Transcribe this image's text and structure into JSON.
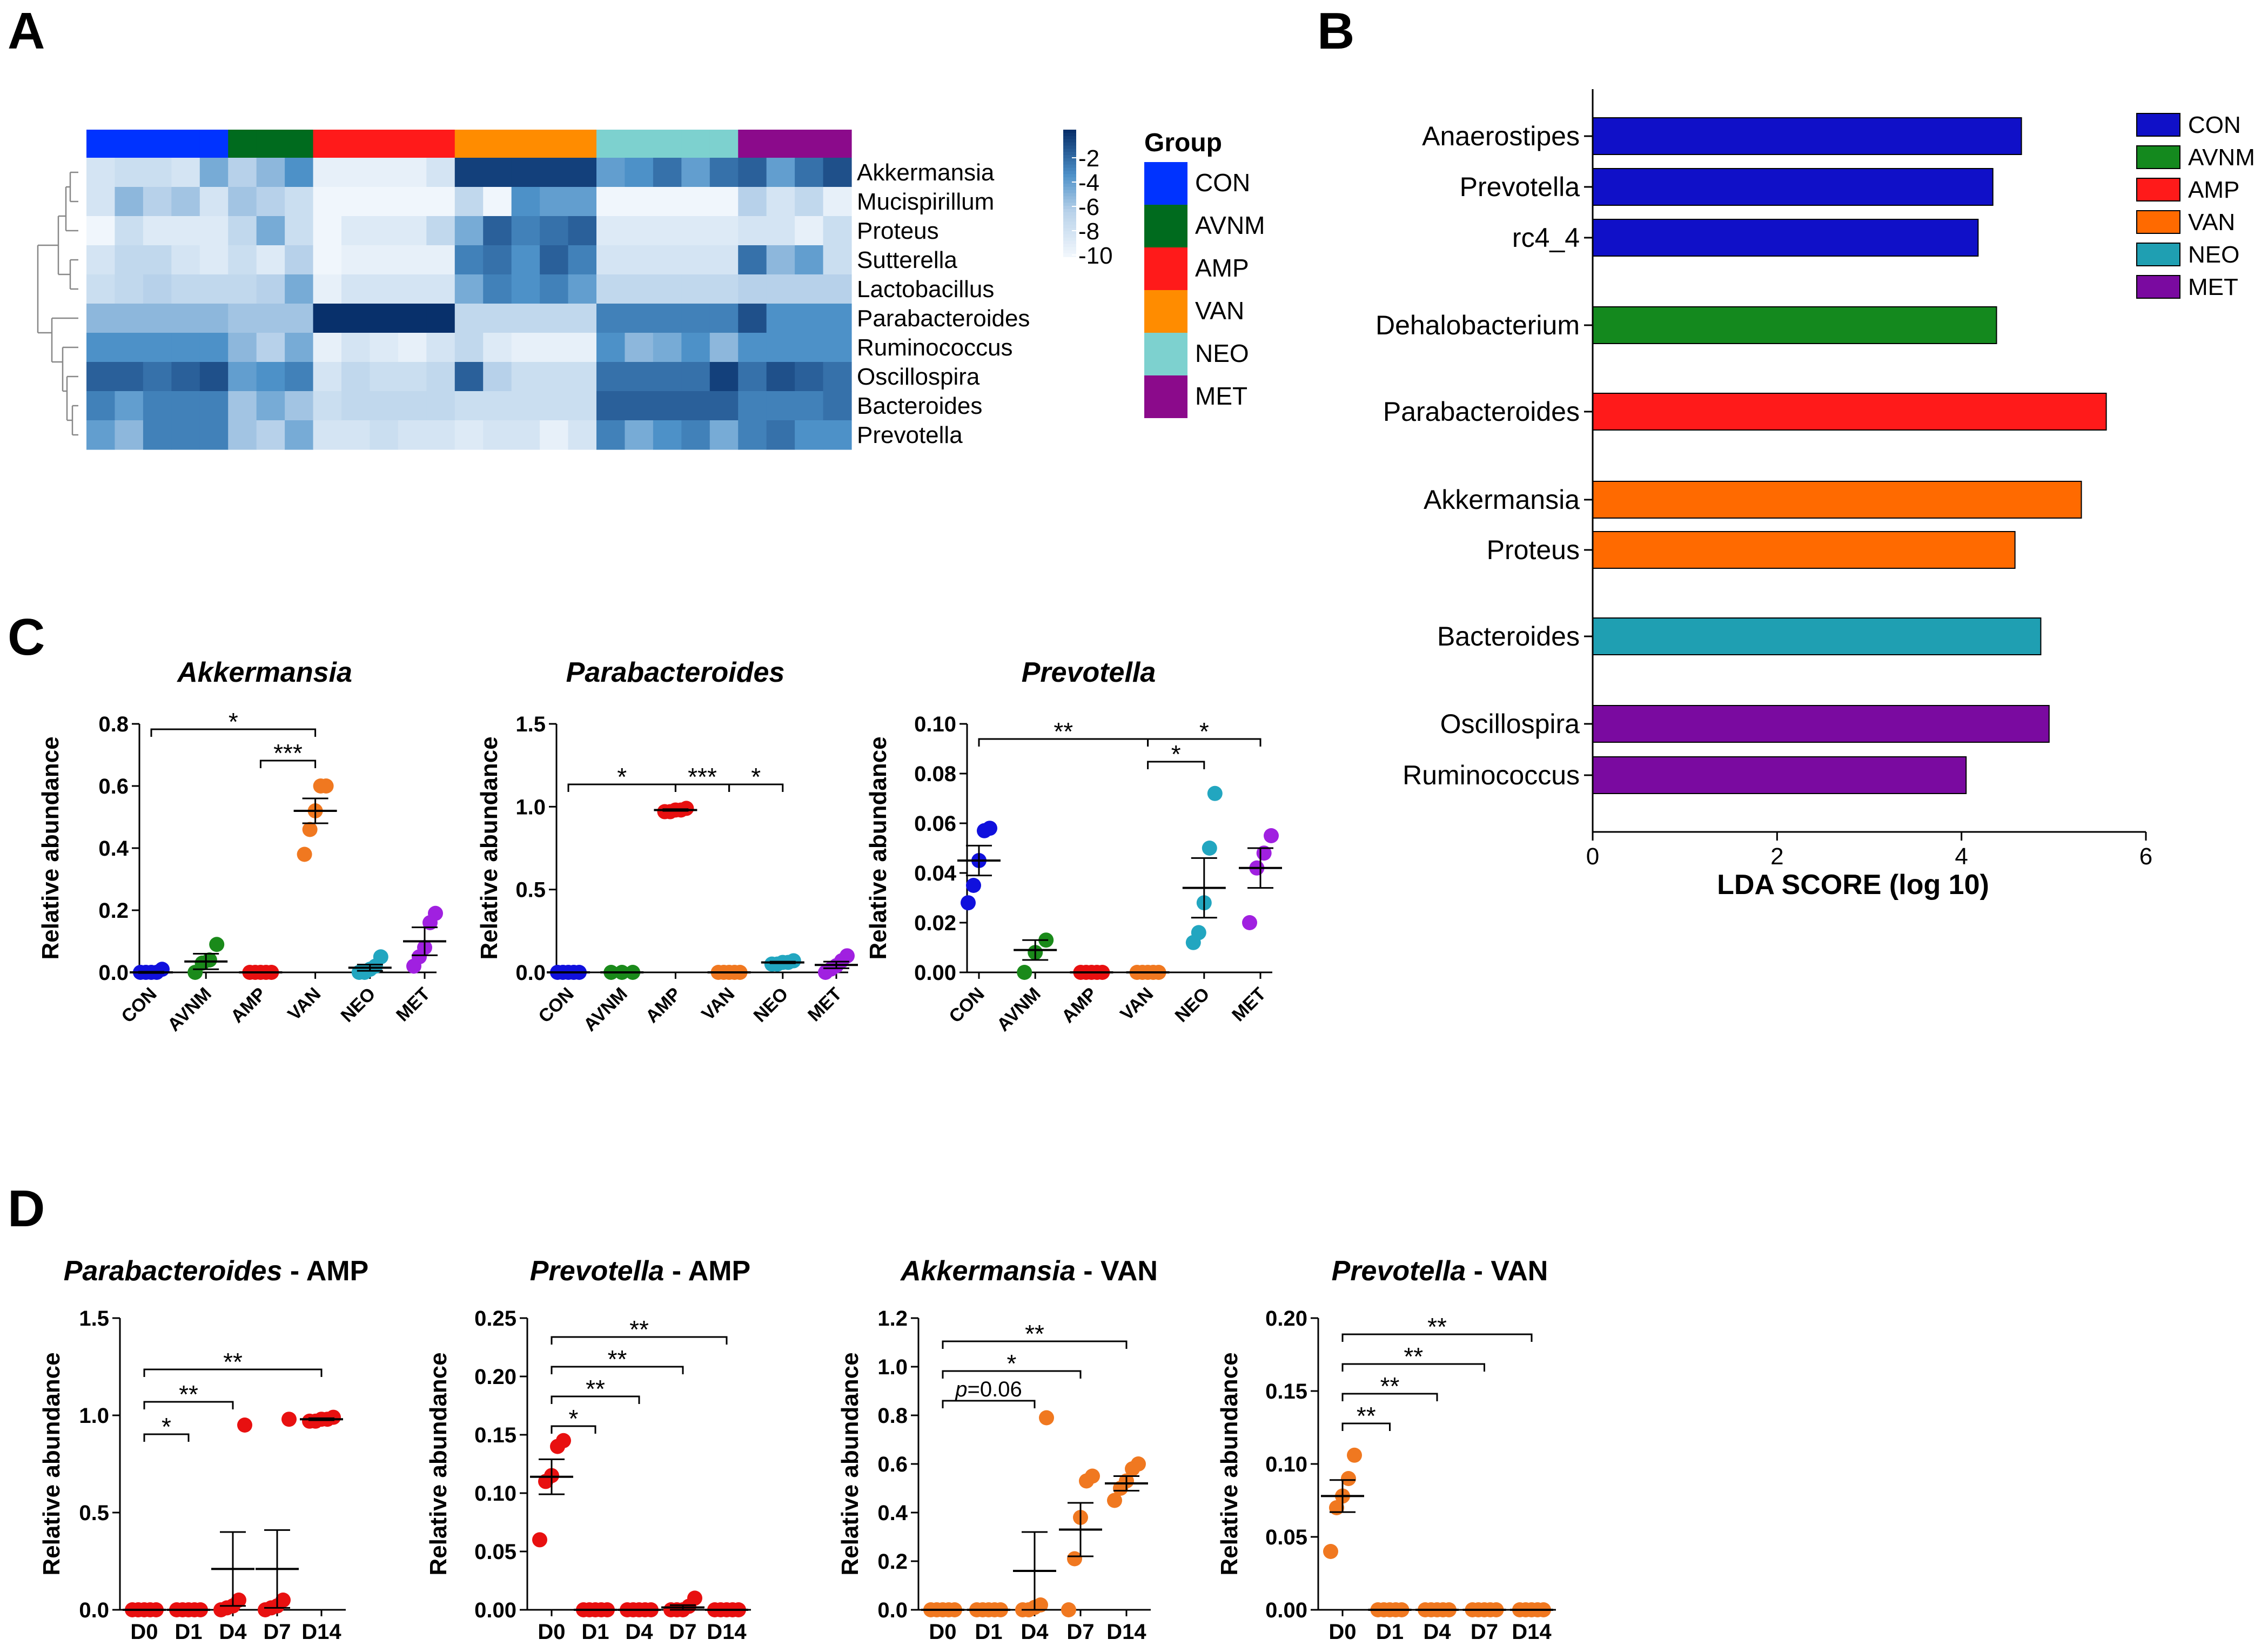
{
  "panel_labels": {
    "A": "A",
    "B": "B",
    "C": "C",
    "D": "D"
  },
  "chart_data": [
    {
      "type": "heatmap",
      "id": "A",
      "rows": [
        "Akkermansia",
        "Mucispirillum",
        "Proteus",
        "Sutterella",
        "Lactobacillus",
        "Parabacteroides",
        "Ruminococcus",
        "Oscillospira",
        "Bacteroides",
        "Prevotella"
      ],
      "column_groups": [
        "CON",
        "CON",
        "CON",
        "CON",
        "CON",
        "AVNM",
        "AVNM",
        "AVNM",
        "AMP",
        "AMP",
        "AMP",
        "AMP",
        "AMP",
        "VAN",
        "VAN",
        "VAN",
        "VAN",
        "VAN",
        "NEO",
        "NEO",
        "NEO",
        "NEO",
        "NEO",
        "MET",
        "MET",
        "MET",
        "MET"
      ],
      "values": [
        [
          -8.5,
          -8,
          -8,
          -8.5,
          -5.5,
          -7,
          -6,
          -4.5,
          -9.5,
          -9.5,
          -9.5,
          -9.5,
          -8.5,
          -2,
          -2,
          -2,
          -2,
          -2,
          -5,
          -4.5,
          -3.5,
          -5,
          -3.5,
          -3,
          -5,
          -3.5,
          -2.5
        ],
        [
          -8.5,
          -6,
          -7,
          -6.5,
          -8.5,
          -6.5,
          -7,
          -8,
          -10,
          -10,
          -10,
          -10,
          -10,
          -7.5,
          -10,
          -4.5,
          -5,
          -5,
          -10,
          -10,
          -10,
          -10,
          -10,
          -7,
          -8.5,
          -7.5,
          -9.5
        ],
        [
          -10,
          -8,
          -9,
          -9,
          -9,
          -7.5,
          -5.5,
          -8,
          -10,
          -9,
          -9,
          -9,
          -7.5,
          -5.5,
          -3,
          -4,
          -3.5,
          -3,
          -9,
          -9,
          -9,
          -9,
          -9,
          -8.5,
          -8.5,
          -9.5,
          -8
        ],
        [
          -8.5,
          -7.5,
          -7.5,
          -8.5,
          -9,
          -8,
          -9,
          -7,
          -10,
          -9.5,
          -9.5,
          -9.5,
          -9.5,
          -4,
          -3.5,
          -4.5,
          -3,
          -4,
          -8.5,
          -8.5,
          -8.5,
          -8.5,
          -8.5,
          -3.5,
          -6,
          -5,
          -8
        ],
        [
          -8,
          -7.5,
          -7,
          -7.5,
          -7.5,
          -7.5,
          -7,
          -5.5,
          -9.5,
          -8.5,
          -8.5,
          -8.5,
          -8.5,
          -5.5,
          -4,
          -4.5,
          -4,
          -5,
          -7.5,
          -7.5,
          -7.5,
          -7.5,
          -7.5,
          -7,
          -7,
          -7,
          -7
        ],
        [
          -6,
          -6,
          -6,
          -6,
          -6,
          -6.5,
          -6.5,
          -6.5,
          -1.5,
          -1.5,
          -1.5,
          -1.5,
          -1.5,
          -7.5,
          -7.5,
          -7.5,
          -7.5,
          -7.5,
          -4,
          -4,
          -4,
          -4,
          -4,
          -2.5,
          -4.5,
          -4.5,
          -4.5
        ],
        [
          -4.5,
          -4.5,
          -4.5,
          -4.5,
          -4.5,
          -6,
          -7,
          -5.5,
          -9.5,
          -8.5,
          -9,
          -9.5,
          -8.5,
          -7.5,
          -9,
          -9.5,
          -9.5,
          -9.5,
          -4.5,
          -6,
          -5.5,
          -4.5,
          -6,
          -4.5,
          -4.5,
          -4.5,
          -4.5
        ],
        [
          -3,
          -3,
          -3.5,
          -3,
          -2.5,
          -5,
          -4.5,
          -4,
          -8.5,
          -7.5,
          -8,
          -8,
          -7.5,
          -3,
          -7,
          -8,
          -8,
          -8,
          -3.5,
          -3.5,
          -3.5,
          -3.5,
          -2,
          -3.5,
          -2.5,
          -3,
          -3.5
        ],
        [
          -4,
          -5,
          -4,
          -4,
          -4,
          -6.5,
          -5.5,
          -6.5,
          -8,
          -7.5,
          -7.5,
          -7.5,
          -7.5,
          -8,
          -8,
          -8,
          -8,
          -8,
          -3,
          -3,
          -3,
          -3,
          -3,
          -4,
          -4,
          -4,
          -3.5
        ],
        [
          -5,
          -6,
          -4,
          -4,
          -4,
          -6.5,
          -7,
          -5.5,
          -8.5,
          -8.5,
          -8,
          -8.5,
          -8.5,
          -9,
          -8.5,
          -8.5,
          -9.5,
          -8.5,
          -4,
          -5.5,
          -4.5,
          -4,
          -5.5,
          -4,
          -3.5,
          -4.5,
          -4.5
        ]
      ],
      "colorbar_ticks": [
        "-2",
        "-4",
        "-6",
        "-8",
        "-10"
      ],
      "legend_title": "Group",
      "groups": [
        {
          "name": "CON",
          "color": "#0033ff"
        },
        {
          "name": "AVNM",
          "color": "#006b1e"
        },
        {
          "name": "AMP",
          "color": "#ff1a1a"
        },
        {
          "name": "VAN",
          "color": "#ff8c00"
        },
        {
          "name": "NEO",
          "color": "#7dd1cf"
        },
        {
          "name": "MET",
          "color": "#8b0a8b"
        }
      ]
    },
    {
      "type": "bar",
      "id": "B",
      "orientation": "horizontal",
      "categories": [
        "Anaerostipes",
        "Prevotella",
        "rc4_4",
        "Dehalobacterium",
        "Parabacteroides",
        "Akkermansia",
        "Proteus",
        "Bacteroides",
        "Oscillospira",
        "Ruminococcus"
      ],
      "values": [
        4.65,
        4.34,
        4.18,
        4.38,
        5.57,
        5.3,
        4.58,
        4.86,
        4.95,
        4.05
      ],
      "groups": [
        "CON",
        "CON",
        "CON",
        "AVNM",
        "AMP",
        "VAN",
        "VAN",
        "NEO",
        "MET",
        "MET"
      ],
      "xlabel": "LDA SCORE (log 10)",
      "xlim": [
        0,
        6
      ],
      "xticks": [
        "0",
        "2",
        "4",
        "6"
      ],
      "legend": [
        {
          "name": "CON",
          "color": "#1010c8"
        },
        {
          "name": "AVNM",
          "color": "#14891e"
        },
        {
          "name": "AMP",
          "color": "#ff1a1a"
        },
        {
          "name": "VAN",
          "color": "#ff6a00"
        },
        {
          "name": "NEO",
          "color": "#1f9fb2"
        },
        {
          "name": "MET",
          "color": "#7a0aa0"
        }
      ]
    },
    {
      "type": "scatter",
      "id": "C1",
      "title": "Akkermansia",
      "ylabel": "Relative abundance",
      "categories": [
        "CON",
        "AVNM",
        "AMP",
        "VAN",
        "NEO",
        "MET"
      ],
      "colors": [
        "#1010dd",
        "#1a8a1a",
        "#e81010",
        "#f07820",
        "#22a6c0",
        "#a020e0"
      ],
      "ylim": [
        0,
        0.8
      ],
      "yticks": [
        "0.0",
        "0.2",
        "0.4",
        "0.6",
        "0.8"
      ],
      "points": [
        [
          0.0,
          0.0,
          0.0,
          0.0,
          0.01
        ],
        [
          0.0,
          0.03,
          0.04,
          0.09
        ],
        [
          0.0,
          0.0,
          0.0,
          0.0,
          0.0
        ],
        [
          0.38,
          0.46,
          0.52,
          0.6,
          0.6
        ],
        [
          0.0,
          0.0,
          0.01,
          0.02,
          0.05
        ],
        [
          0.02,
          0.05,
          0.08,
          0.16,
          0.19
        ]
      ],
      "mean": [
        0.0,
        0.035,
        0.0,
        0.52,
        0.015,
        0.1
      ],
      "sem": [
        0.002,
        0.025,
        0.0,
        0.04,
        0.01,
        0.045
      ],
      "significance": [
        {
          "from": 0,
          "to": 3,
          "label": "*"
        },
        {
          "from": 2,
          "to": 3,
          "label": "***"
        }
      ]
    },
    {
      "type": "scatter",
      "id": "C2",
      "title": "Parabacteroides",
      "ylabel": "Relative abundance",
      "categories": [
        "CON",
        "AVNM",
        "AMP",
        "VAN",
        "NEO",
        "MET"
      ],
      "colors": [
        "#1010dd",
        "#1a8a1a",
        "#e81010",
        "#f07820",
        "#22a6c0",
        "#a020e0"
      ],
      "ylim": [
        0,
        1.5
      ],
      "yticks": [
        "0.0",
        "0.5",
        "1.0",
        "1.5"
      ],
      "points": [
        [
          0.0,
          0.0,
          0.0,
          0.0,
          0.0
        ],
        [
          0.0,
          0.0,
          0.0
        ],
        [
          0.97,
          0.97,
          0.98,
          0.98,
          0.99
        ],
        [
          0.0,
          0.0,
          0.0,
          0.0,
          0.0
        ],
        [
          0.05,
          0.05,
          0.06,
          0.06,
          0.07
        ],
        [
          0.0,
          0.02,
          0.04,
          0.07,
          0.1
        ]
      ],
      "mean": [
        0.0,
        0.0,
        0.98,
        0.0,
        0.06,
        0.045
      ],
      "sem": [
        0.0,
        0.0,
        0.005,
        0.0,
        0.005,
        0.02
      ],
      "significance": [
        {
          "from": 0,
          "to": 2,
          "label": "*"
        },
        {
          "from": 2,
          "to": 3,
          "label": "***"
        },
        {
          "from": 3,
          "to": 4,
          "label": "*"
        }
      ]
    },
    {
      "type": "scatter",
      "id": "C3",
      "title": "Prevotella",
      "ylabel": "Relative abundance",
      "categories": [
        "CON",
        "AVNM",
        "AMP",
        "VAN",
        "NEO",
        "MET"
      ],
      "colors": [
        "#1010dd",
        "#1a8a1a",
        "#e81010",
        "#f07820",
        "#22a6c0",
        "#a020e0"
      ],
      "ylim": [
        0,
        0.1
      ],
      "yticks": [
        "0.00",
        "0.02",
        "0.04",
        "0.06",
        "0.08",
        "0.10"
      ],
      "points": [
        [
          0.028,
          0.035,
          0.045,
          0.057,
          0.058
        ],
        [
          0.0,
          0.008,
          0.013
        ],
        [
          0.0,
          0.0,
          0.0,
          0.0,
          0.0
        ],
        [
          0.0,
          0.0,
          0.0,
          0.0,
          0.0
        ],
        [
          0.012,
          0.016,
          0.028,
          0.05,
          0.072
        ],
        [
          0.02,
          0.042,
          0.048,
          0.055
        ]
      ],
      "mean": [
        0.045,
        0.009,
        0.0,
        0.0,
        0.034,
        0.042
      ],
      "sem": [
        0.006,
        0.004,
        0.0,
        0.0,
        0.012,
        0.008
      ],
      "significance": [
        {
          "from": 0,
          "to": 3,
          "label": "**"
        },
        {
          "from": 3,
          "to": 5,
          "label": "*"
        },
        {
          "from": 3,
          "to": 4,
          "label": "*"
        }
      ]
    },
    {
      "type": "scatter",
      "id": "D1",
      "title_italic": "Parabacteroides",
      "title_suffix": " - AMP",
      "ylabel": "Relative abundance",
      "categories": [
        "D0",
        "D1",
        "D4",
        "D7",
        "D14"
      ],
      "color": "#e81010",
      "ylim": [
        0,
        1.5
      ],
      "yticks": [
        "0.0",
        "0.5",
        "1.0",
        "1.5"
      ],
      "points": [
        [
          0.0,
          0.0,
          0.0,
          0.0,
          0.0
        ],
        [
          0.0,
          0.0,
          0.0,
          0.0,
          0.0
        ],
        [
          0.0,
          0.01,
          0.02,
          0.05,
          0.95
        ],
        [
          0.0,
          0.01,
          0.02,
          0.05,
          0.98
        ],
        [
          0.97,
          0.97,
          0.98,
          0.98,
          0.99
        ]
      ],
      "mean": [
        0.0,
        0.0,
        0.21,
        0.21,
        0.98
      ],
      "sem": [
        0.0,
        0.0,
        0.19,
        0.2,
        0.005
      ],
      "significance": [
        {
          "from": 0,
          "to": 1,
          "label": "*"
        },
        {
          "from": 0,
          "to": 2,
          "label": "**"
        },
        {
          "from": 0,
          "to": 4,
          "label": "**"
        }
      ]
    },
    {
      "type": "scatter",
      "id": "D2",
      "title_italic": "Prevotella",
      "title_suffix": " - AMP",
      "ylabel": "Relative abundance",
      "categories": [
        "D0",
        "D1",
        "D4",
        "D7",
        "D14"
      ],
      "color": "#e81010",
      "ylim": [
        0,
        0.25
      ],
      "yticks": [
        "0.00",
        "0.05",
        "0.10",
        "0.15",
        "0.20",
        "0.25"
      ],
      "points": [
        [
          0.06,
          0.11,
          0.115,
          0.14,
          0.145
        ],
        [
          0.0,
          0.0,
          0.0,
          0.0,
          0.0
        ],
        [
          0.0,
          0.0,
          0.0,
          0.0,
          0.0
        ],
        [
          0.0,
          0.0,
          0.0,
          0.003,
          0.01
        ],
        [
          0.0,
          0.0,
          0.0,
          0.0,
          0.0
        ]
      ],
      "mean": [
        0.114,
        0.0,
        0.0,
        0.002,
        0.0
      ],
      "sem": [
        0.015,
        0.0,
        0.0,
        0.002,
        0.0
      ],
      "significance": [
        {
          "from": 0,
          "to": 1,
          "label": "*"
        },
        {
          "from": 0,
          "to": 2,
          "label": "**"
        },
        {
          "from": 0,
          "to": 3,
          "label": "**"
        },
        {
          "from": 0,
          "to": 4,
          "label": "**"
        }
      ]
    },
    {
      "type": "scatter",
      "id": "D3",
      "title_italic": "Akkermansia",
      "title_suffix": " - VAN",
      "ylabel": "Relative abundance",
      "categories": [
        "D0",
        "D1",
        "D4",
        "D7",
        "D14"
      ],
      "color": "#f07820",
      "ylim": [
        0,
        1.2
      ],
      "yticks": [
        "0.0",
        "0.2",
        "0.4",
        "0.6",
        "0.8",
        "1.0",
        "1.2"
      ],
      "points": [
        [
          0.0,
          0.0,
          0.0,
          0.0,
          0.0
        ],
        [
          0.0,
          0.0,
          0.0,
          0.0,
          0.0
        ],
        [
          0.0,
          0.0,
          0.01,
          0.02,
          0.79
        ],
        [
          0.0,
          0.21,
          0.38,
          0.53,
          0.55
        ],
        [
          0.45,
          0.5,
          0.53,
          0.58,
          0.6
        ]
      ],
      "mean": [
        0.0,
        0.0,
        0.16,
        0.33,
        0.52
      ],
      "sem": [
        0.0,
        0.0,
        0.16,
        0.11,
        0.03
      ],
      "significance": [
        {
          "from": 0,
          "to": 2,
          "label": "=0.06",
          "italic_prefix": "p"
        },
        {
          "from": 0,
          "to": 3,
          "label": "*"
        },
        {
          "from": 0,
          "to": 4,
          "label": "**"
        }
      ]
    },
    {
      "type": "scatter",
      "id": "D4",
      "title_italic": "Prevotella",
      "title_suffix": " - VAN",
      "ylabel": "Relative abundance",
      "categories": [
        "D0",
        "D1",
        "D4",
        "D7",
        "D14"
      ],
      "color": "#f07820",
      "ylim": [
        0,
        0.2
      ],
      "yticks": [
        "0.00",
        "0.05",
        "0.10",
        "0.15",
        "0.20"
      ],
      "points": [
        [
          0.04,
          0.07,
          0.078,
          0.09,
          0.106
        ],
        [
          0.0,
          0.0,
          0.0,
          0.0,
          0.0
        ],
        [
          0.0,
          0.0,
          0.0,
          0.0,
          0.0
        ],
        [
          0.0,
          0.0,
          0.0,
          0.0,
          0.0
        ],
        [
          0.0,
          0.0,
          0.0,
          0.0,
          0.0
        ]
      ],
      "mean": [
        0.078,
        0.0,
        0.0,
        0.0,
        0.0
      ],
      "sem": [
        0.011,
        0.0,
        0.0,
        0.0,
        0.0
      ],
      "significance": [
        {
          "from": 0,
          "to": 1,
          "label": "**"
        },
        {
          "from": 0,
          "to": 2,
          "label": "**"
        },
        {
          "from": 0,
          "to": 3,
          "label": "**"
        },
        {
          "from": 0,
          "to": 4,
          "label": "**"
        }
      ]
    }
  ]
}
